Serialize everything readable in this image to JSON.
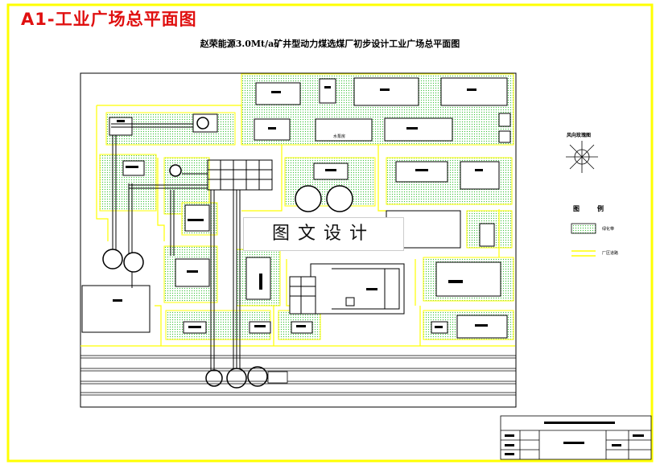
{
  "drawing": {
    "title": "A1-工业广场总平面图",
    "subtitle": "赵荣能源3.0Mt/a矿井型动力煤选煤厂初步设计工业广场总平面图",
    "watermark": "图文设计"
  },
  "legend": {
    "wind_rose_title": "风向玫瑰图",
    "heading": "图例",
    "items": [
      {
        "label": "绿化带",
        "symbol": "green-hatch"
      },
      {
        "label": "厂区道路",
        "symbol": "yellow-line"
      }
    ]
  },
  "building_labels": {
    "pump_room": "水泵房"
  },
  "colors": {
    "frame": "#ffff00",
    "road": "#ffff00",
    "green_belt": "#00b000",
    "title_red": "#e01010",
    "linework": "#000000"
  }
}
